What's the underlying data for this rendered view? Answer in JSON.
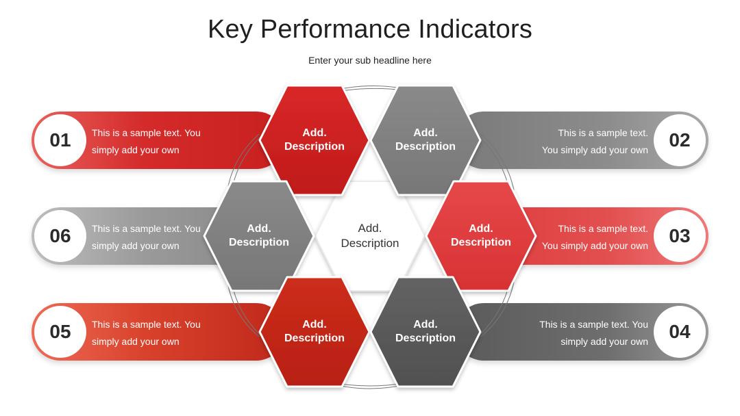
{
  "title": "Key Performance Indicators",
  "subtitle": "Enter your sub headline here",
  "colors": {
    "red": "#d42a2a",
    "bright_red": "#e2403f",
    "dark_red": "#c0281a",
    "gray": "#858585",
    "dark_gray": "#5e5e5e",
    "light_border": "#e9e9e9"
  },
  "bars": [
    {
      "num": "01",
      "line1": "This is a sample text. You",
      "line2": "simply add your own"
    },
    {
      "num": "02",
      "line1": "This is a sample text.",
      "line2": "You simply add your own"
    },
    {
      "num": "03",
      "line1": "This is a sample text.",
      "line2": "You simply add your own"
    },
    {
      "num": "04",
      "line1": "This is a sample text. You",
      "line2": "simply add your own"
    },
    {
      "num": "05",
      "line1": "This is a sample text. You",
      "line2": "simply add your own"
    },
    {
      "num": "06",
      "line1": "This is a sample text. You",
      "line2": "simply add your own"
    }
  ],
  "hexes": [
    {
      "line1": "Add.",
      "line2": "Description"
    },
    {
      "line1": "Add.",
      "line2": "Description"
    },
    {
      "line1": "Add.",
      "line2": "Description"
    },
    {
      "line1": "Add.",
      "line2": "Description"
    },
    {
      "line1": "Add.",
      "line2": "Description"
    },
    {
      "line1": "Add.",
      "line2": "Description"
    }
  ],
  "center": {
    "line1": "Add.",
    "line2": "Description"
  }
}
